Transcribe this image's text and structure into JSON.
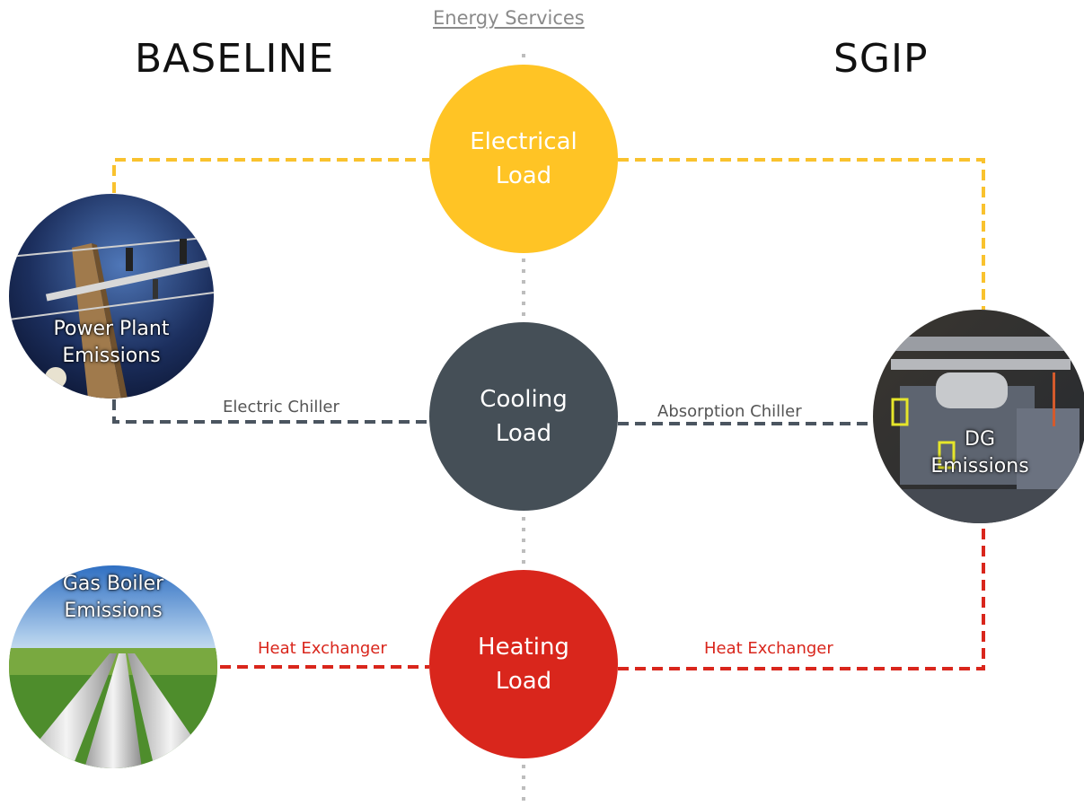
{
  "headings": {
    "baseline": "BASELINE",
    "sgip": "SGIP",
    "services": "Energy Services"
  },
  "loads": {
    "electrical": {
      "line1": "Electrical",
      "line2": "Load",
      "color": "#FFC425"
    },
    "cooling": {
      "line1": "Cooling",
      "line2": "Load",
      "color": "#454F57"
    },
    "heating": {
      "line1": "Heating",
      "line2": "Load",
      "color": "#D9261C"
    }
  },
  "emissions": {
    "power_plant": {
      "line1": "Power Plant",
      "line2": "Emissions"
    },
    "gas_boiler": {
      "line1": "Gas Boiler",
      "line2": "Emissions"
    },
    "dg": {
      "line1": "DG",
      "line2": "Emissions"
    }
  },
  "connections": {
    "electric_chiller": "Electric Chiller",
    "absorption_chiller": "Absorption Chiller",
    "heat_exchanger_left": "Heat Exchanger",
    "heat_exchanger_right": "Heat Exchanger"
  },
  "colors": {
    "electric": "#F9C22E",
    "cooling": "#4B5560",
    "heating": "#D9261C",
    "axis": "#BDBDBD",
    "label_gray": "#555555"
  }
}
